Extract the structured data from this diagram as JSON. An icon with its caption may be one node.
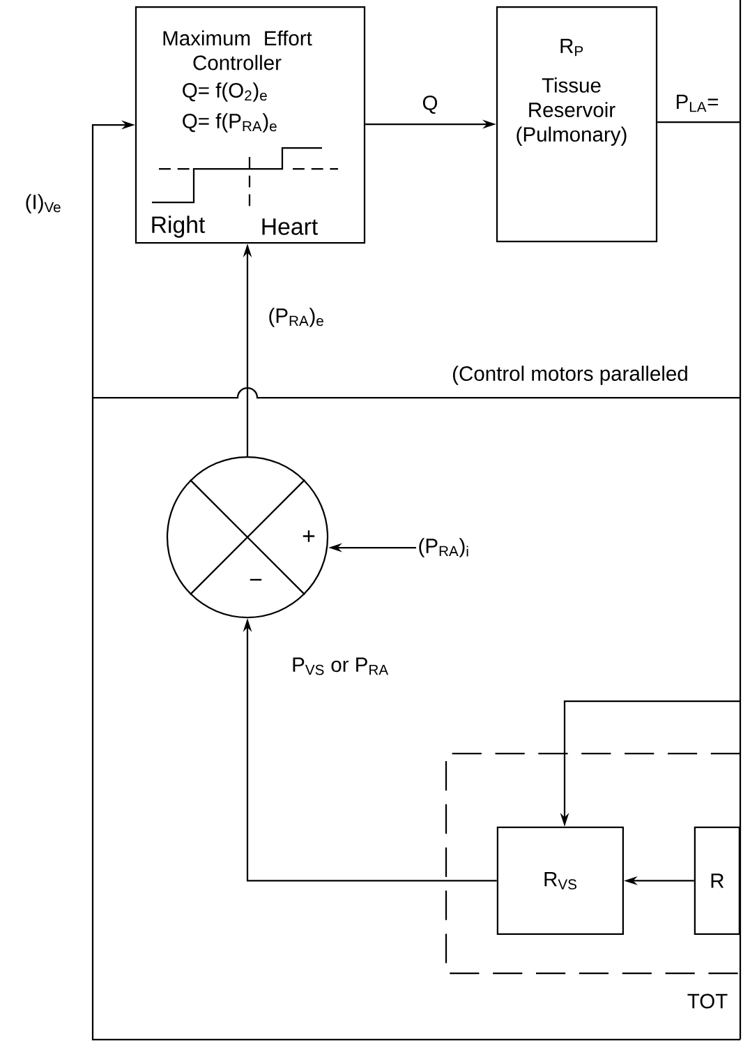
{
  "diagram": {
    "nodes": [
      {
        "text": [
          "Maximum Effort Controller",
          "Q= f(O$_{2}$)$_{e}$",
          "Q= f(P$_{RA}$)$_{e}$",
          "Right",
          "Heart"
        ]
      },
      {
        "text": [
          "R$_{P}$",
          "Tissue Reservoir (Pulmonary)"
        ]
      },
      {
        "text": [
          "+",
          "−"
        ]
      },
      {
        "text": [
          "(P$_{RA}$)$_{i}$"
        ]
      },
      {
        "text": [
          "TOT"
        ]
      },
      {
        "text": [
          "R$_{VS}$"
        ],
        "in": 4
      },
      {
        "text": [
          "R"
        ],
        "in": 4
      }
    ],
    "edges": [
      {
        "from": null,
        "to": 0,
        "arrow": "to"
      },
      {
        "from": 0,
        "to": 1,
        "arrow": "to",
        "label": "Q"
      },
      {
        "from": 1,
        "to": null,
        "arrow": "none",
        "label": "P$_{LA}$="
      },
      {
        "from": 2,
        "to": 0,
        "arrow": "to",
        "label": "(P$_{RA}$)$_{e}$"
      },
      {
        "from": 3,
        "to": 2,
        "arrow": "to"
      },
      {
        "from": 5,
        "to": 2,
        "arrow": "to",
        "label": "P$_{VS}$ or P$_{RA}$"
      },
      {
        "from": 6,
        "to": 5,
        "arrow": "to"
      },
      {
        "from": null,
        "to": 5,
        "arrow": "to"
      }
    ],
    "labels": [
      "(I)$_{Ve}$",
      "(Control motors paralleled"
    ]
  }
}
